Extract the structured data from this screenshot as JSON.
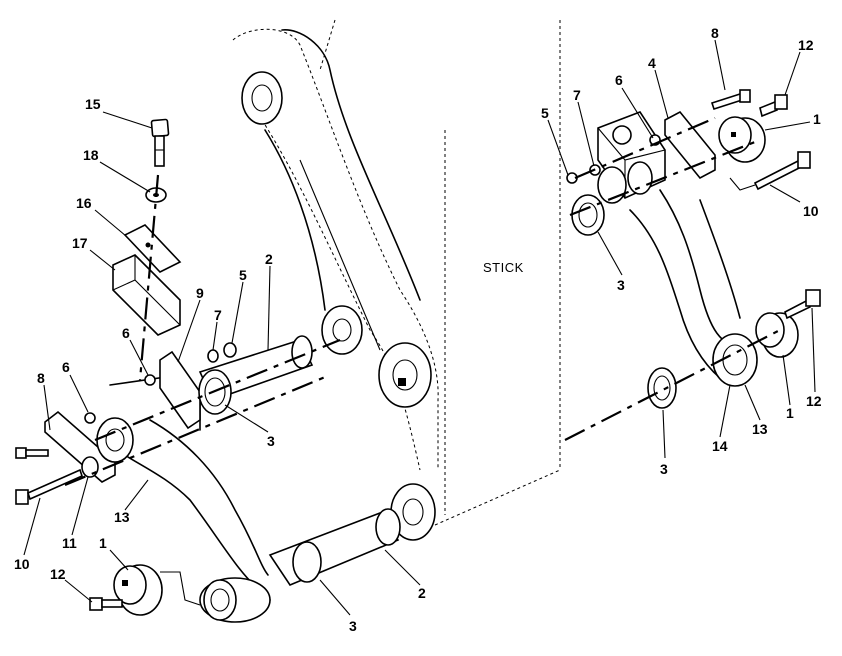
{
  "component_label": "STICK",
  "callouts": {
    "l15": "15",
    "l18": "18",
    "l16": "16",
    "l17": "17",
    "l9": "9",
    "l7a": "7",
    "l5a": "5",
    "l2a": "2",
    "l6a": "6",
    "l8a": "8",
    "l6b": "6",
    "l3a": "3",
    "l13a": "13",
    "l10a": "10",
    "l11": "11",
    "l1a": "1",
    "l12a": "12",
    "l3b": "3",
    "l2b": "2",
    "l8b": "8",
    "l12b": "12",
    "l6c": "6",
    "l4": "4",
    "l7b": "7",
    "l5b": "5",
    "l1b": "1",
    "l10b": "10",
    "l3c": "3",
    "l1c": "1",
    "l12c": "12",
    "l13b": "13",
    "l14": "14",
    "l3d": "3"
  }
}
